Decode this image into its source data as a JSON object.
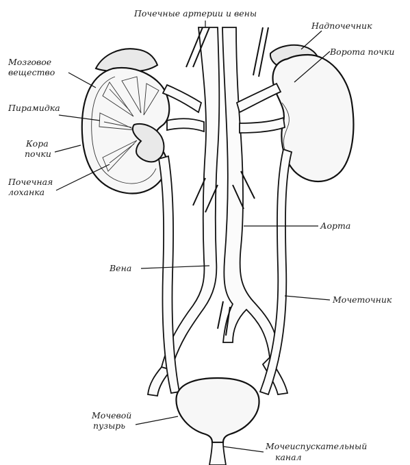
{
  "figure": {
    "labels": {
      "renal_vessels": "Почечные артерии и вены",
      "adrenal": "Надпочечник",
      "hilum": "Ворота почки",
      "medulla_line1": "Мозговое",
      "medulla_line2": "вещество",
      "pyramid": "Пирамидка",
      "cortex_line1": "Кора",
      "cortex_line2": "почки",
      "pelvis_line1": "Почечная",
      "pelvis_line2": "лоханка",
      "aorta": "Аорта",
      "vein": "Вена",
      "ureter": "Мочеточник",
      "bladder_line1": "Мочевой",
      "bladder_line2": "пузырь",
      "urethra_line1": "Мочеиспускательный",
      "urethra_line2": "канал"
    }
  }
}
